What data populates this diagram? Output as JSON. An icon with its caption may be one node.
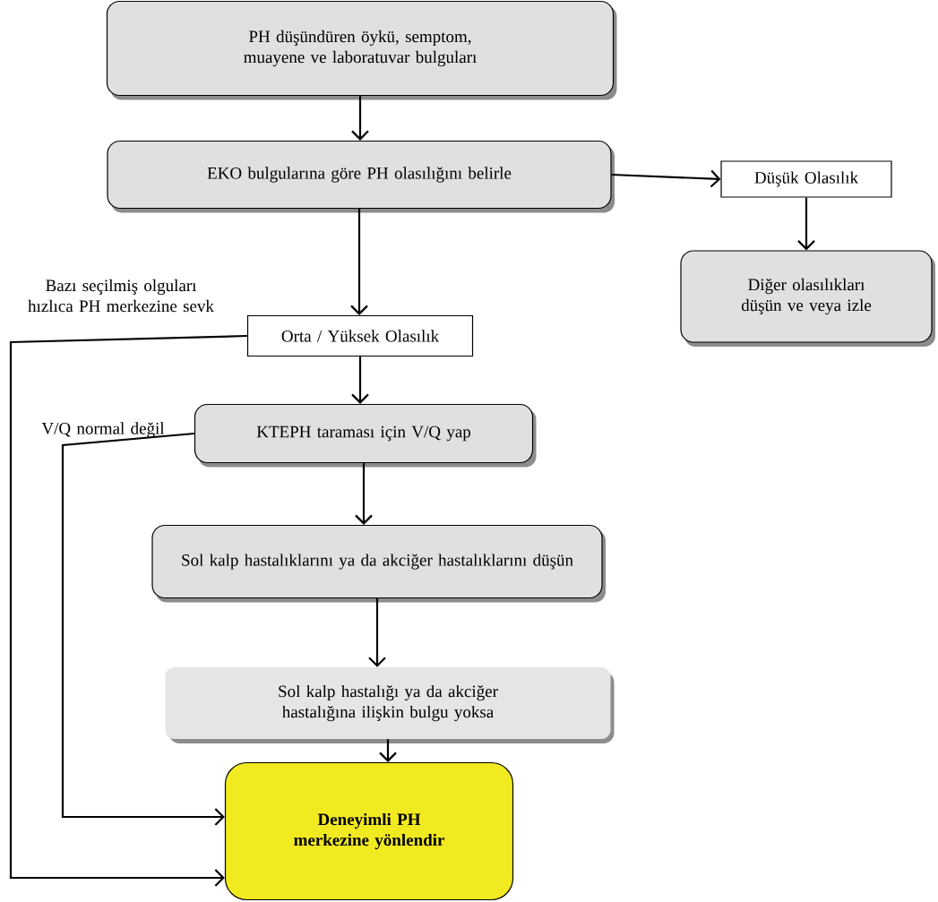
{
  "diagram": {
    "nodes": [
      {
        "text": [
          "PH düşündüren öykü, semptom, muayene ve laboratuvar bulguları"
        ]
      },
      {
        "text": [
          "EKO bulgularına göre PH olasılığını belirle"
        ]
      },
      {
        "text": [
          "Düşük Olasılık"
        ]
      },
      {
        "text": [
          "Diğer olasılıkları düşün ve veya izle"
        ]
      },
      {
        "text": [
          "Orta / Yüksek Olasılık"
        ]
      },
      {
        "text": [
          "KTEPH taraması için V/Q yap"
        ]
      },
      {
        "text": [
          "Sol kalp hastalıklarını ya da akciğer hastalıklarını düşün"
        ]
      },
      {
        "text": [
          "Sol kalp hastalığı ya da akciğer hastalığına ilişkin bulgu yoksa"
        ]
      },
      {
        "text": [
          "Deneyimli PH merkezine yönlendir"
        ]
      }
    ],
    "edges": [
      {
        "from": 0,
        "to": 1,
        "arrow": "to"
      },
      {
        "from": 1,
        "to": 2,
        "arrow": "to"
      },
      {
        "from": 2,
        "to": 3,
        "arrow": "to"
      },
      {
        "from": 1,
        "to": 4,
        "arrow": "to"
      },
      {
        "from": 4,
        "to": 5,
        "arrow": "to"
      },
      {
        "from": 5,
        "to": 6,
        "arrow": "to"
      },
      {
        "from": 6,
        "to": 7,
        "arrow": "to"
      },
      {
        "from": 7,
        "to": 8,
        "arrow": "to"
      },
      {
        "from": 4,
        "to": 8,
        "arrow": "to",
        "label": "Bazı seçilmiş olguları hızlıca PH merkezine sevk"
      },
      {
        "from": 5,
        "to": 8,
        "arrow": "to",
        "label": "V/Q normal değil"
      }
    ]
  }
}
